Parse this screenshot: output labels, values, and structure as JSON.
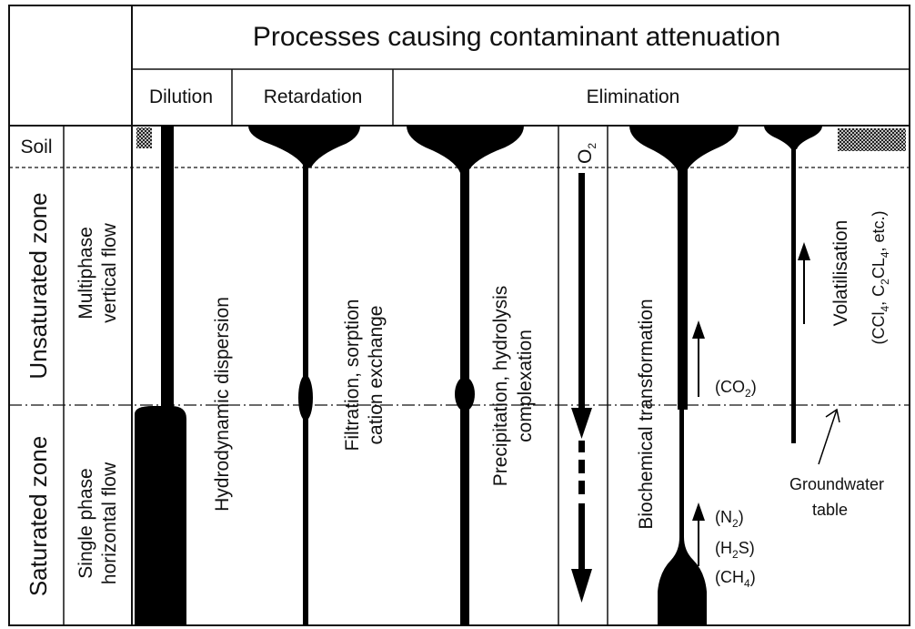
{
  "title": "Processes causing contaminant attenuation",
  "categories": {
    "dilution": "Dilution",
    "retardation": "Retardation",
    "elimination": "Elimination"
  },
  "zones": {
    "soil": "Soil",
    "unsaturated": "Unsaturated zone",
    "saturated": "Saturated zone"
  },
  "flows": {
    "multiphase_line1": "Multiphase",
    "multiphase_line2": "vertical flow",
    "single_line1": "Single phase",
    "single_line2": "horizontal flow"
  },
  "processes": {
    "hydrodynamic": "Hydrodynamic dispersion",
    "filtration_line1": "Filtration, sorption",
    "filtration_line2": "cation exchange",
    "precipitation_line1": "Precipitation, hydrolysis",
    "precipitation_line2": "complexation",
    "biochemical": "Biochemical transformation",
    "volatilisation": "Volatilisation"
  },
  "oxygen": {
    "base": "O",
    "sub": "2"
  },
  "gases": {
    "co2": {
      "pre": "(CO",
      "sub": "2",
      "post": ")"
    },
    "n2": {
      "pre": "(N",
      "sub": "2",
      "post": ")"
    },
    "h2s": {
      "pre": "(H",
      "sub": "2",
      "post": "S)"
    },
    "ch4": {
      "pre": "(CH",
      "sub": "4",
      "post": ")"
    }
  },
  "volatiles": {
    "p1": "(CCl",
    "s1": "4",
    "p2": ", C",
    "s2": "2",
    "p3": "CL",
    "s3": "4",
    "p4": ", etc.)"
  },
  "groundwater_line1": "Groundwater",
  "groundwater_line2": "table"
}
